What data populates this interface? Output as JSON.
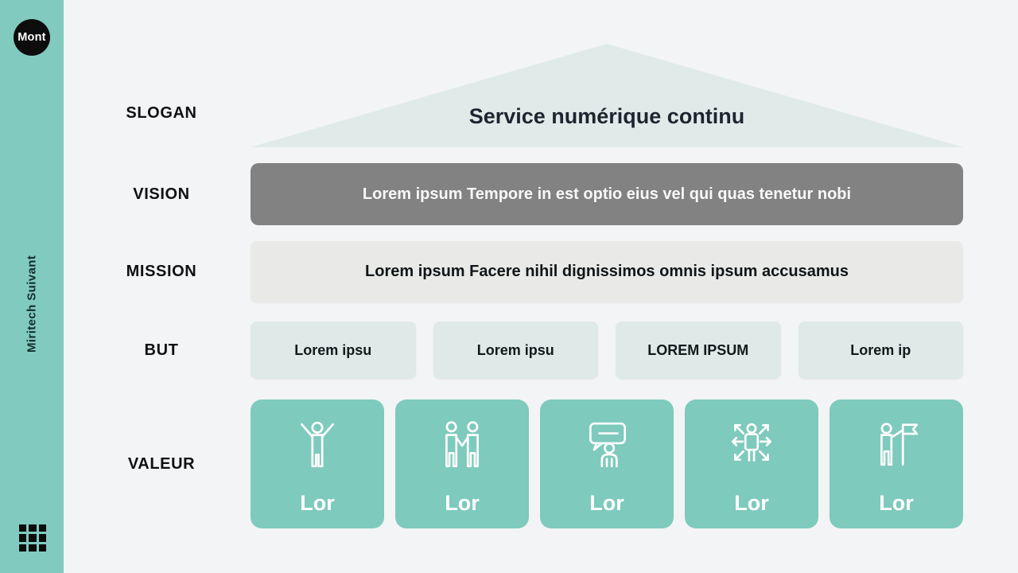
{
  "sidebar": {
    "logo_text": "Mont",
    "vertical_text": "Miritech Suivant"
  },
  "rows": {
    "slogan": {
      "label": "SLOGAN",
      "title": "Service numérique continu"
    },
    "vision": {
      "label": "VISION",
      "text": "Lorem ipsum Tempore in est optio eius vel qui quas tenetur nobi"
    },
    "mission": {
      "label": "MISSION",
      "text": "Lorem ipsum Facere nihil dignissimos omnis ipsum accusamus"
    },
    "but": {
      "label": "BUT",
      "items": [
        "Lorem ipsu",
        "Lorem ipsu",
        "LOREM IPSUM",
        "Lorem ip"
      ]
    },
    "valeur": {
      "label": "VALEUR",
      "items": [
        {
          "icon": "person-cheering-icon",
          "label": "Lor"
        },
        {
          "icon": "people-handshake-icon",
          "label": "Lor"
        },
        {
          "icon": "person-speech-bubble-icon",
          "label": "Lor"
        },
        {
          "icon": "person-arrows-icon",
          "label": "Lor"
        },
        {
          "icon": "person-flag-icon",
          "label": "Lor"
        }
      ]
    }
  },
  "colors": {
    "sidebar_teal": "#81cabf",
    "value_card_teal": "#7ecabd",
    "vision_gray": "#828282",
    "mission_gray": "#e9eae7",
    "goal_box_teal_gray": "#dfe9e7",
    "roof_light_teal": "#e0ebe9",
    "background": "#f3f4f5",
    "text_dark": "#0e1111",
    "text_white": "#ffffff",
    "logo_black": "#0d0d0d"
  }
}
